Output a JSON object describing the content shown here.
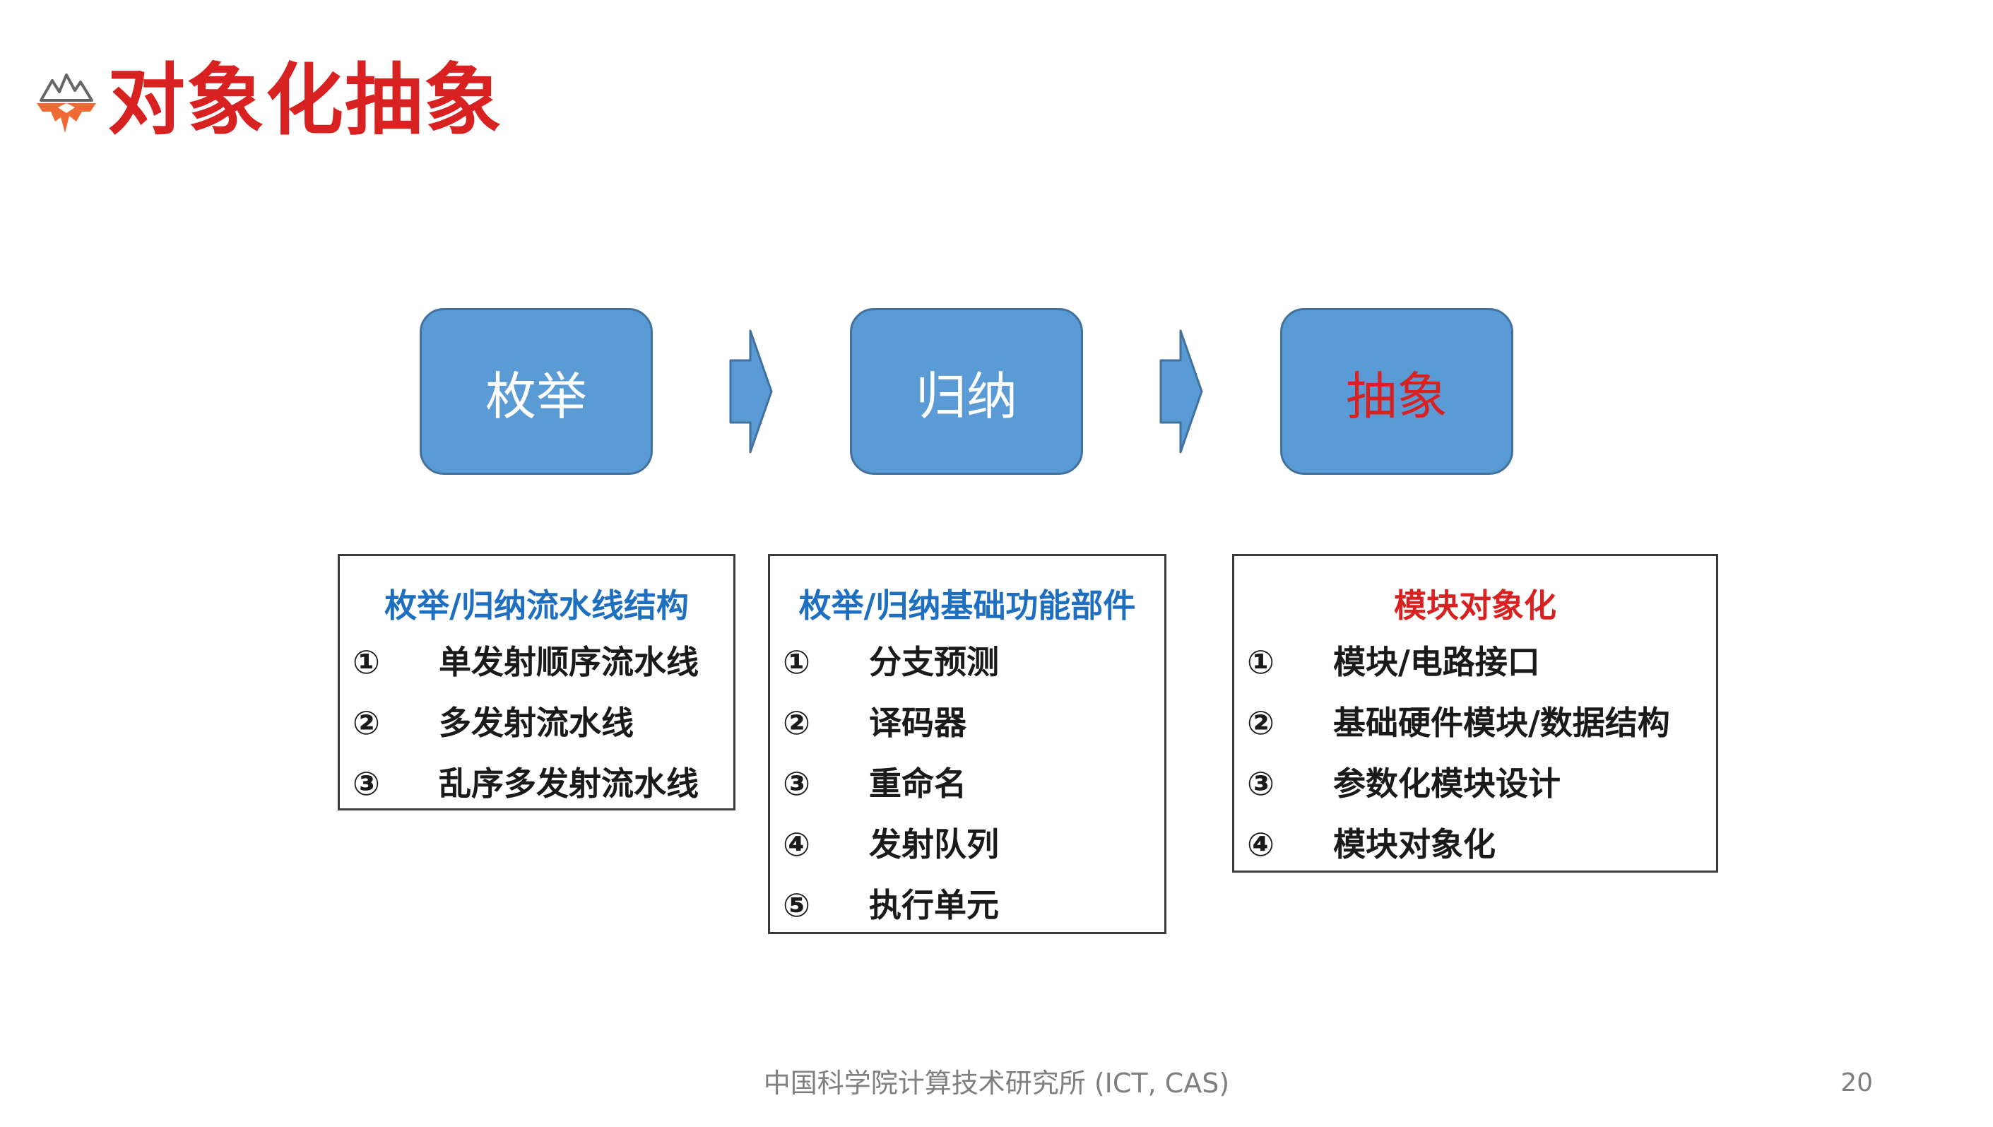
{
  "title": "对象化抽象",
  "flow": [
    {
      "label": "枚举"
    },
    {
      "label": "归纳"
    },
    {
      "label": "抽象"
    }
  ],
  "details": [
    {
      "heading": "枚举/归纳流水线结构",
      "items": [
        {
          "num": "①",
          "text": "单发射顺序流水线"
        },
        {
          "num": "②",
          "text": "多发射流水线"
        },
        {
          "num": "③",
          "text": "乱序多发射流水线"
        }
      ]
    },
    {
      "heading": "枚举/归纳基础功能部件",
      "items": [
        {
          "num": "①",
          "text": "分支预测"
        },
        {
          "num": "②",
          "text": "译码器"
        },
        {
          "num": "③",
          "text": "重命名"
        },
        {
          "num": "④",
          "text": "发射队列"
        },
        {
          "num": "⑤",
          "text": "执行单元"
        }
      ]
    },
    {
      "heading": "模块对象化",
      "items": [
        {
          "num": "①",
          "text": "模块/电路接口"
        },
        {
          "num": "②",
          "text": "基础硬件模块/数据结构"
        },
        {
          "num": "③",
          "text": "参数化模块设计"
        },
        {
          "num": "④",
          "text": "模块对象化"
        }
      ]
    }
  ],
  "footer": "中国科学院计算技术研究所 (ICT, CAS)",
  "page_number": "20",
  "colors": {
    "title": "#d82222",
    "box_fill": "#5b9bd5",
    "box_border": "#41719c",
    "heading_blue": "#1f6fc0",
    "heading_red": "#d82222",
    "text": "#1a1a1a",
    "footer": "#7f7f7f"
  }
}
